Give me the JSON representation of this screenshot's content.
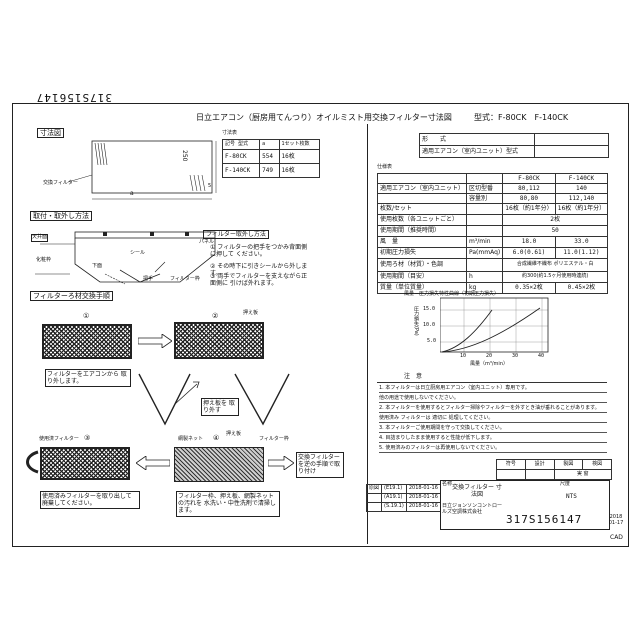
{
  "drawing_number_rotated": "317S156147",
  "title": "日立エアコン（厨房用てんつり）オイルミスト用交換フィルター寸法図",
  "model_label": "型式：F-80CK　F-140CK",
  "spec_header": {
    "rows": [
      {
        "label": "形　　式",
        "value": ""
      },
      {
        "label": "適用エアコン（室内ユニット）型式",
        "value": ""
      }
    ]
  },
  "dim_section": {
    "heading": "寸法図",
    "filter_label": "交換フィルター",
    "dim_a": "a",
    "dim_250": "250",
    "dim_5": "5",
    "table_caption": "寸法表",
    "table_headers": [
      "記号 型式",
      "a",
      "1セット枚数"
    ],
    "table_rows": [
      [
        "F-80CK",
        "554",
        "16枚"
      ],
      [
        "F-140CK",
        "749",
        "16枚"
      ]
    ]
  },
  "install_section": {
    "heading": "取付・取外し方法",
    "label_ceiling": "天井面",
    "label_panel": "パネル",
    "label_seal": "シール",
    "label_filter_frame": "化粧枠",
    "label_lower": "下面",
    "label_tab": "把手",
    "label_filter": "フィルター枠",
    "sub_heading": "フィルター取外し方法",
    "steps": [
      "① フィルターの把手をつかみ背面側に押して ください。",
      "② その時下に引きシールから外します。",
      "③ 両手でフィルターを支えながら正面側に 引けば外れます。"
    ]
  },
  "replace_section": {
    "heading": "フィルターろ材交換手順",
    "step1_num": "①",
    "step1_text": "フィルターをエアコンから 取り外します。",
    "step2_num": "②",
    "step2_label": "押え板",
    "step2_text": "押え板を 取り外す",
    "step3_num": "③",
    "step3_label": "使用済フィルター",
    "step3_text": "使用済みフィルターを取り出して 廃棄してください。",
    "step4_num": "④",
    "step4_label_a": "網製ネット",
    "step4_label_b": "押え板",
    "step4_label_c": "フィルター枠",
    "step4_text": "フィルター枠、押え板、網製ネットの汚れを 水洗い・中性洗剤で清掃します。",
    "side_text": "交換フィルターを逆の手順で取り付け"
  },
  "specs_table": {
    "caption": "仕様表",
    "col_headers": [
      "",
      "",
      "F-80CK",
      "F-140CK"
    ],
    "rows": [
      [
        "適用エアコン（室内ユニット）",
        "区切型番",
        "80,112",
        "140"
      ],
      [
        "",
        "容量別",
        "80,80",
        "112,140"
      ],
      [
        "枚数/セット",
        "",
        "16枚（約1年分）",
        "16枚（約1年分）"
      ],
      [
        "使用枚数（各ユニットごと）",
        "",
        "2枚",
        ""
      ],
      [
        "使用期間（推奨時間）",
        "",
        "50",
        ""
      ],
      [
        "風　量",
        "m³/min",
        "18.0",
        "33.0"
      ],
      [
        "初期圧力損失",
        "Pa(mmAq)",
        "6.0(0.61)",
        "11.0(1.12)"
      ],
      [
        "使用ろ材（材質）・色調",
        "",
        "合成繊維不織布 ポリエステル・白",
        ""
      ],
      [
        "使用期間（目安）",
        "h",
        "約300(約1.5ヶ月使用時連続)",
        ""
      ],
      [
        "質量（単位質量）",
        "kg",
        "0.35×2枚",
        "0.45×2枚"
      ]
    ]
  },
  "graph": {
    "caption": "風量－圧力損失特性曲線（初期圧力損失）",
    "ylabel": "圧力損失(Pa)",
    "xlabel": "風量（m³/min）",
    "yticks": [
      "15.0",
      "10.0",
      "5.0"
    ],
    "xticks": [
      "10",
      "20",
      "30",
      "40"
    ]
  },
  "notes": {
    "heading": "注　意",
    "items": [
      "1. 本フィルターは日立厨房用エアコン（室内ユニット）専用です。",
      "   他の用途で使用しないでください。",
      "2. 本フィルターを使用するとフィルター掃除やフィルターを外すとき油が垂れることがあります。",
      "   使用済み フィルターは 適切に 処理してください。",
      "3. 本フィルターご使用期間を守って交換してください。",
      "4. 目詰まりしたまま使用すると性能が低下します。",
      "5. 使用済みのフィルターは再使用しないでください。"
    ]
  },
  "title_block": {
    "symbol_label": "符号",
    "revision_label": "改訂",
    "design_label": "設計",
    "draw_label": "製図",
    "check_label": "検図",
    "approve_label": "承認",
    "name_label": "名称",
    "name_value": "交換フィルター 寸法図",
    "scale_label": "尺度",
    "scale_value": "NTS",
    "unit_label": "単位",
    "date_stamp": "2018 01-17",
    "company": "日立ジョンソンコントロールズ空調株式会社",
    "drawing_number": "317S156147",
    "revisions": [
      [
        "原図",
        "(E19.1)",
        "2018-01-16"
      ],
      [
        "",
        "(A19.1)",
        "2018-01-16"
      ],
      [
        "",
        "(S.19.1)",
        "2018-01-16"
      ]
    ],
    "stamp_text": "実 窗",
    "cad_label": "CAD"
  }
}
